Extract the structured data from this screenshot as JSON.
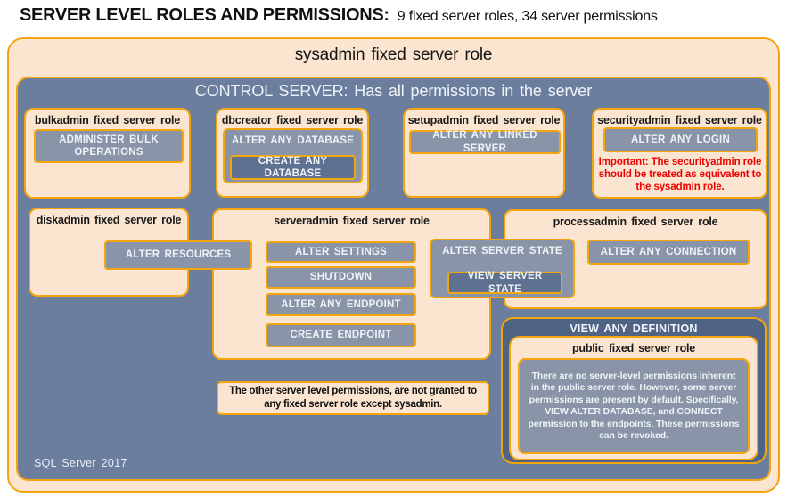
{
  "header": {
    "title_bold": "SERVER LEVEL ROLES AND PERMISSIONS:",
    "title_rest": "9 fixed server roles, 34 server permissions"
  },
  "sysadmin": {
    "title": "sysadmin fixed server role"
  },
  "control": {
    "title": "CONTROL SERVER: Has all permissions in the server",
    "footer": "SQL Server 2017"
  },
  "roles": {
    "bulkadmin": {
      "title": "bulkadmin fixed server role",
      "perm": "ADMINISTER BULK OPERATIONS"
    },
    "dbcreator": {
      "title": "dbcreator fixed server role",
      "perm": "ALTER ANY DATABASE",
      "nested_perm": "CREATE ANY DATABASE"
    },
    "setupadmin": {
      "title": "setupadmin fixed server role",
      "perm": "ALTER ANY LINKED SERVER"
    },
    "securityadmin": {
      "title": "securityadmin fixed server role",
      "perm": "ALTER ANY LOGIN",
      "warning": "Important: The securityadmin role should be treated as equivalent to the sysadmin role."
    },
    "diskadmin": {
      "title": "diskadmin fixed server role",
      "perm": "ALTER RESOURCES"
    },
    "serveradmin": {
      "title": "serveradmin fixed server role",
      "perms": [
        "ALTER SETTINGS",
        "SHUTDOWN",
        "ALTER ANY ENDPOINT",
        "CREATE ENDPOINT"
      ],
      "shared_perm": "ALTER SERVER STATE",
      "shared_nested_perm": "VIEW SERVER STATE"
    },
    "processadmin": {
      "title": "processadmin fixed server role",
      "perm": "ALTER ANY CONNECTION"
    },
    "public": {
      "container_perm": "VIEW ANY DEFINITION",
      "title": "public fixed server role",
      "body": "There are no server-level permissions inherent in the public server role. However, some server permissions are present by default. Specifically, VIEW ALTER DATABASE, and CONNECT permission to the endpoints. These permissions can be revoked."
    }
  },
  "notes": {
    "other_permissions": "The other server level permissions, are not granted to any fixed server role except sysadmin."
  },
  "colors": {
    "accent_gold": "#F2A50C",
    "peach": "#FBE5D1",
    "slate": "#6B7E9D",
    "bar_blue": "#8A94A9",
    "bar_dark": "#5E7190",
    "dark_panel": "#4F6385",
    "warning_red": "#EE0000",
    "text_light": "#EFF3F8",
    "text_dark": "#1A1A1A"
  }
}
